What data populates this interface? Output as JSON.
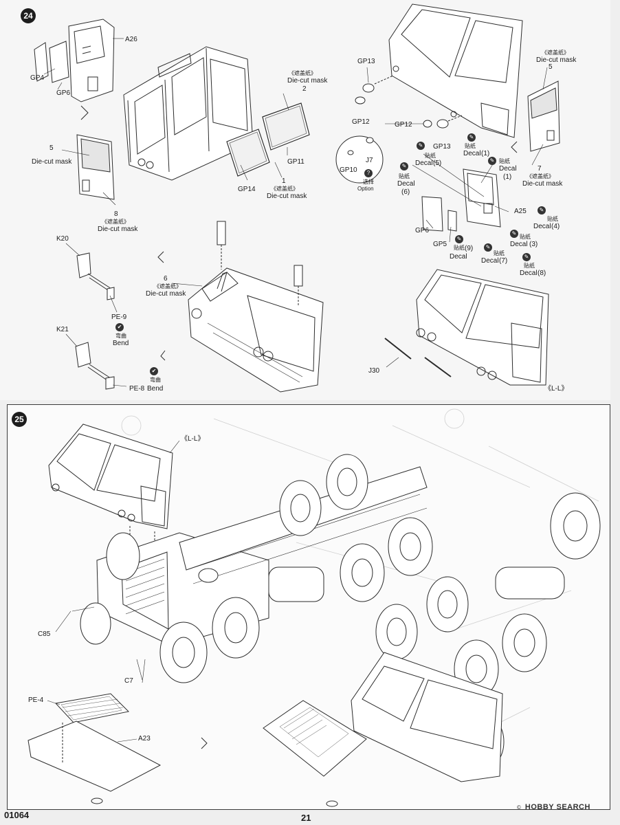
{
  "step24": {
    "number": "24",
    "labels": {
      "a26": "A26",
      "gp4": "GP4",
      "gp6_top": "GP6",
      "mask2_cn": "《遮盖纸》",
      "mask2_en": "Die-cut mask",
      "mask2_num": "2",
      "gp11": "GP11",
      "gp14": "GP14",
      "mask1_num": "1",
      "mask1_cn": "《遮盖纸》",
      "mask1_en": "Die-cut mask",
      "mask5l_num": "5",
      "mask5l_en": "Die-cut mask",
      "mask8_num": "8",
      "mask8_cn": "《遮盖纸》",
      "mask8_en": "Die-cut mask",
      "gp13_top": "GP13",
      "gp12_top": "GP12",
      "gp12_mid": "GP12",
      "gp13_mid": "GP13",
      "gp10": "GP10",
      "j7": "J7",
      "option_cn": "选择",
      "option_en": "Option",
      "mask5r_cn": "《遮盖纸》",
      "mask5r_en": "Die-cut mask",
      "mask5r_num": "5",
      "mask7_num": "7",
      "mask7_cn": "《遮盖纸》",
      "mask7_en": "Die-cut mask",
      "decal1a_cn": "贴纸",
      "decal1a_en": "Decal",
      "decal1a_num": "(1)",
      "decal1b_cn": "贴纸",
      "decal1b_en": "Decal",
      "decal1b_num": "(1)",
      "decal5_cn": "贴纸",
      "decal5_en": "Decal",
      "decal5_num": "(5)",
      "decal6_cn": "贴纸",
      "decal6_en": "Decal",
      "decal6_num": "(6)",
      "a25": "A25",
      "gp6_mid": "GP6",
      "gp5": "GP5",
      "decal4_cn": "贴纸",
      "decal4_en": "Decal",
      "decal4_num": "(4)",
      "decal9_cn": "贴纸",
      "decal9_num": "(9)",
      "decal9_en": "Decal",
      "decal3_cn": "贴纸",
      "decal3_en": "Decal",
      "decal3_num": "(3)",
      "decal7_cn": "贴纸",
      "decal7_en": "Decal",
      "decal7_num": "(7)",
      "decal8_cn": "贴纸",
      "decal8_en": "Decal",
      "decal8_num": "(8)",
      "k20": "K20",
      "pe9": "PE-9",
      "bend1_cn": "弯曲",
      "bend1_en": "Bend",
      "k21": "K21",
      "pe8": "PE-8",
      "bend2_cn": "弯曲",
      "bend2_en": "Bend",
      "mask6_num": "6",
      "mask6_cn": "《遮盖纸》",
      "mask6_en": "Die-cut mask",
      "j30": "J30",
      "ll": "《L-L》"
    },
    "icons": {
      "decal": "decal-icon",
      "option": "?",
      "bend": "✔"
    }
  },
  "step25": {
    "number": "25",
    "labels": {
      "ll": "《L-L》",
      "c85": "C85",
      "c7": "C7",
      "pe4": "PE-4",
      "a23": "A23"
    }
  },
  "footer": {
    "code": "01064",
    "page": "21",
    "watermark_copy": "©",
    "watermark_logo": "HOBBY SEARCH"
  },
  "colors": {
    "line": "#2b2b2b",
    "paper": "#fbfbfb",
    "ink": "#1a1a1a"
  }
}
